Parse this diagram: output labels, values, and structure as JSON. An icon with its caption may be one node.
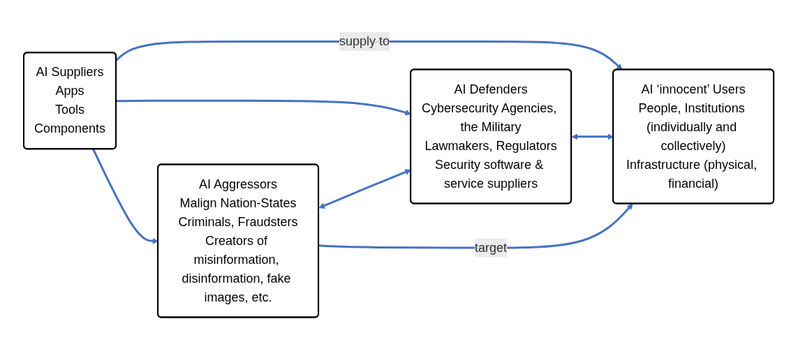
{
  "diagram": {
    "nodes": [
      {
        "text": [
          "AI Suppliers",
          "Apps",
          "Tools",
          "Components"
        ]
      },
      {
        "text": [
          "AI Aggressors",
          "Malign Nation-States",
          "Criminals, Fraudsters",
          "Creators of misinformation, disinformation, fake images, etc."
        ]
      },
      {
        "text": [
          "AI Defenders",
          "Cybersecurity Agencies, the Military",
          "Lawmakers, Regulators",
          "Security software & service suppliers"
        ]
      },
      {
        "text": [
          "AI ‘innocent’ Users",
          "People, Institutions (individually and collectively)",
          "Infrastructure (physical, financial)"
        ]
      }
    ],
    "edges": [
      {
        "from": 0,
        "to": 1,
        "arrow": "to"
      },
      {
        "from": 0,
        "to": 2,
        "arrow": "to"
      },
      {
        "from": 0,
        "to": 3,
        "arrow": "to",
        "label": "supply to"
      },
      {
        "from": 1,
        "to": 2,
        "arrow": "both"
      },
      {
        "from": 2,
        "to": 3,
        "arrow": "both"
      },
      {
        "from": 1,
        "to": 3,
        "arrow": "to",
        "label": "target"
      }
    ]
  }
}
